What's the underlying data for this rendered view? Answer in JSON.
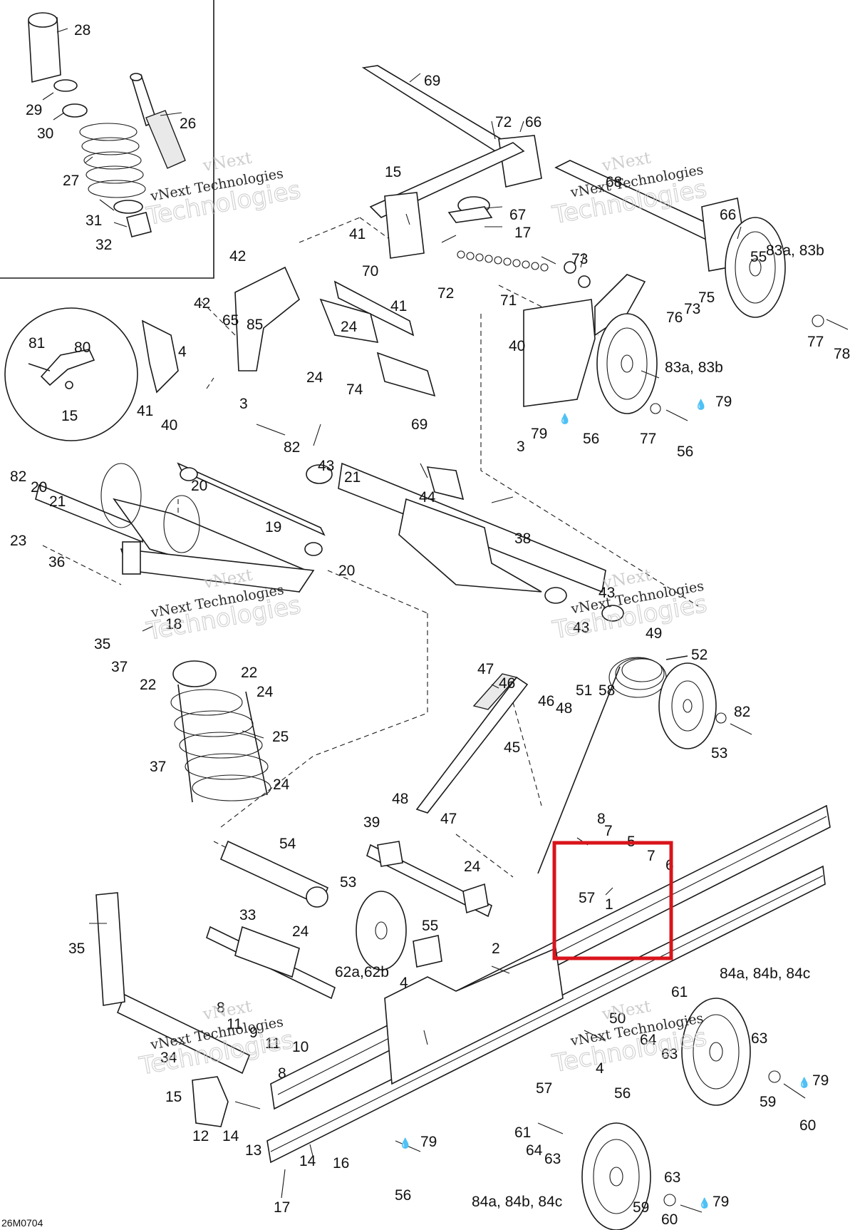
{
  "diagram": {
    "drawing_code": "26M0704",
    "watermark": {
      "word1": "vNext",
      "line": "vNext Technologies",
      "word2": "Technologies"
    },
    "oil_symbol": "💧",
    "highlight_color": "#d9141b",
    "callouts": {
      "c1": "1",
      "c2": "2",
      "c3": "3",
      "c3b": "3",
      "c4": "4",
      "c4b": "4",
      "c4c": "4",
      "c5": "5",
      "c6": "6",
      "c7": "7",
      "c7b": "7",
      "c8": "8",
      "c8b": "8",
      "c8c": "8",
      "c9": "9",
      "c10": "10",
      "c11": "11",
      "c11b": "11",
      "c12": "12",
      "c13": "13",
      "c14": "14",
      "c14b": "14",
      "c15": "15",
      "c15b": "15",
      "c15c": "15",
      "c16": "16",
      "c17": "17",
      "c17b": "17",
      "c18": "18",
      "c19": "19",
      "c20": "20",
      "c20b": "20",
      "c20c": "20",
      "c21": "21",
      "c21b": "21",
      "c22": "22",
      "c22b": "22",
      "c23": "23",
      "c24": "24",
      "c24b": "24",
      "c24c": "24",
      "c24d": "24",
      "c24e": "24",
      "c24f": "24",
      "c25": "25",
      "c26": "26",
      "c27": "27",
      "c28": "28",
      "c29": "29",
      "c30": "30",
      "c31": "31",
      "c32": "32",
      "c33": "33",
      "c34": "34",
      "c35": "35",
      "c35b": "35",
      "c36": "36",
      "c37": "37",
      "c37b": "37",
      "c38": "38",
      "c39": "39",
      "c40": "40",
      "c40b": "40",
      "c41": "41",
      "c41b": "41",
      "c41c": "41",
      "c42": "42",
      "c42b": "42",
      "c43": "43",
      "c43b": "43",
      "c43c": "43",
      "c44": "44",
      "c45": "45",
      "c46": "46",
      "c46b": "46",
      "c47": "47",
      "c47b": "47",
      "c48": "48",
      "c48b": "48",
      "c49": "49",
      "c50": "50",
      "c51": "51",
      "c52": "52",
      "c53": "53",
      "c53b": "53",
      "c54": "54",
      "c55": "55",
      "c55b": "55",
      "c56": "56",
      "c56b": "56",
      "c56c": "56",
      "c56d": "56",
      "c57": "57",
      "c57b": "57",
      "c58": "58",
      "c59": "59",
      "c59b": "59",
      "c60": "60",
      "c60b": "60",
      "c61": "61",
      "c61b": "61",
      "c62": "62a,62b",
      "c63": "63",
      "c63b": "63",
      "c63c": "63",
      "c63d": "63",
      "c64": "64",
      "c64b": "64",
      "c65": "65",
      "c66": "66",
      "c66b": "66",
      "c67": "67",
      "c68": "68",
      "c69": "69",
      "c69b": "69",
      "c70": "70",
      "c71": "71",
      "c72": "72",
      "c72b": "72",
      "c73": "73",
      "c73b": "73",
      "c74": "74",
      "c75": "75",
      "c76": "76",
      "c77": "77",
      "c77b": "77",
      "c78": "78",
      "c79": "79",
      "c79b": "79",
      "c79c": "79",
      "c79d": "79",
      "c79e": "79",
      "c80": "80",
      "c81": "81",
      "c82": "82",
      "c82b": "82",
      "c82c": "82",
      "c83": "83a, 83b",
      "c83b": "83a, 83b",
      "c84": "84a, 84b, 84c",
      "c84b": "84a, 84b, 84c",
      "c85": "85"
    }
  }
}
